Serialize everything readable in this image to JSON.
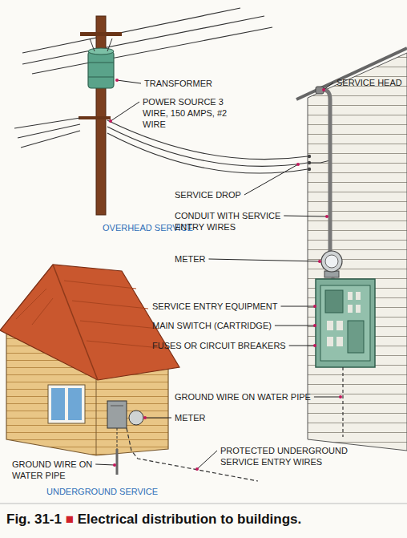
{
  "diagram": {
    "caption": "Fig. 31-1 ■ Electrical distribution to buildings.",
    "labels": [
      "TRANSFORMER",
      "POWER SOURCE 3 WIRE, 150 AMPS, #2 WIRE",
      "OVERHEAD SERVICE",
      "SERVICE HEAD",
      "SERVICE DROP",
      "CONDUIT WITH SERVICE ENTRY WIRES",
      "METER",
      "SERVICE ENTRY EQUIPMENT",
      "MAIN SWITCH (CARTRIDGE)",
      "FUSES OR CIRCUIT BREAKERS",
      "GROUND WIRE ON WATER PIPE",
      "METER",
      "PROTECTED UNDERGROUND SERVICE ENTRY WIRES",
      "GROUND WIRE ON WATER PIPE",
      "UNDERGROUND SERVICE"
    ]
  }
}
